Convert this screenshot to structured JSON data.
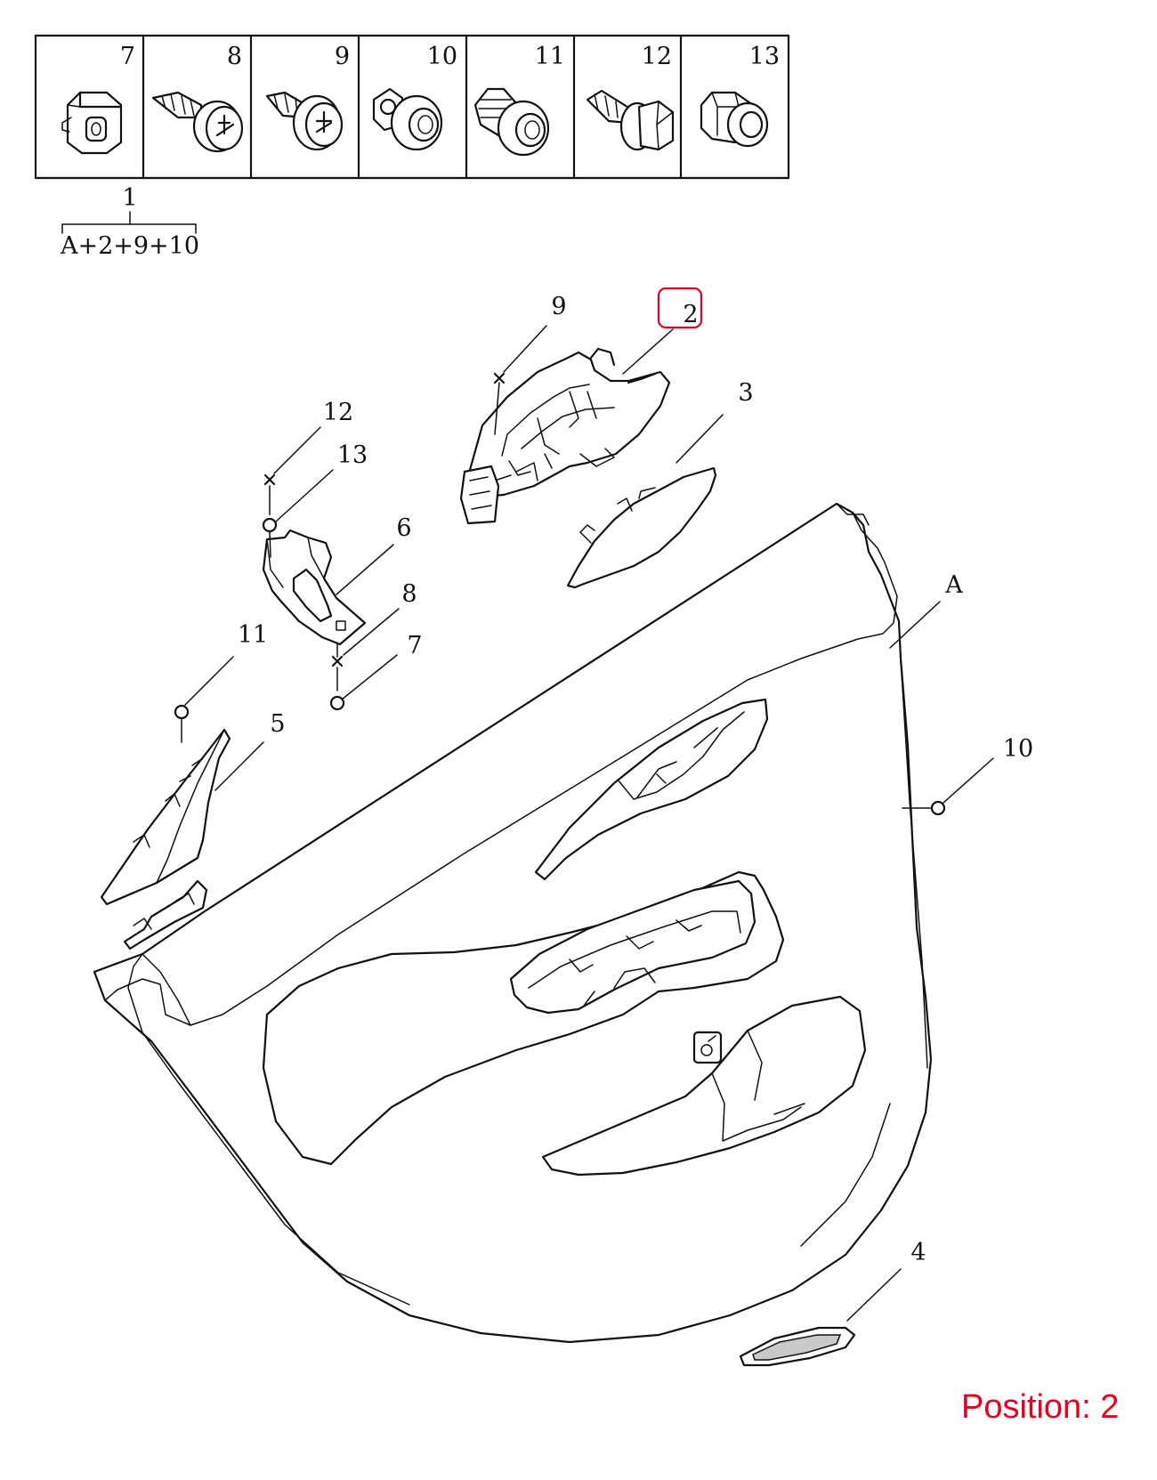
{
  "fastener_table": {
    "cells": [
      {
        "number": "7",
        "icon": "push-clip-icon"
      },
      {
        "number": "8",
        "icon": "tapping-screw-icon"
      },
      {
        "number": "9",
        "icon": "screw-icon"
      },
      {
        "number": "10",
        "icon": "round-clip-icon"
      },
      {
        "number": "11",
        "icon": "fir-tree-clip-icon"
      },
      {
        "number": "12",
        "icon": "hex-bolt-icon"
      },
      {
        "number": "13",
        "icon": "grommet-nut-icon"
      }
    ]
  },
  "assembly": {
    "number": "1",
    "formula": "A+2+9+10"
  },
  "callouts": {
    "c2": "2",
    "c3": "3",
    "c4": "4",
    "c5": "5",
    "c6": "6",
    "c7": "7",
    "c8": "8",
    "c9": "9",
    "c10": "10",
    "c11": "11",
    "c12": "12",
    "c13": "13",
    "cA": "A"
  },
  "highlight": {
    "callout": "2",
    "color": "#e8001c"
  },
  "position_label": "Position: 2"
}
